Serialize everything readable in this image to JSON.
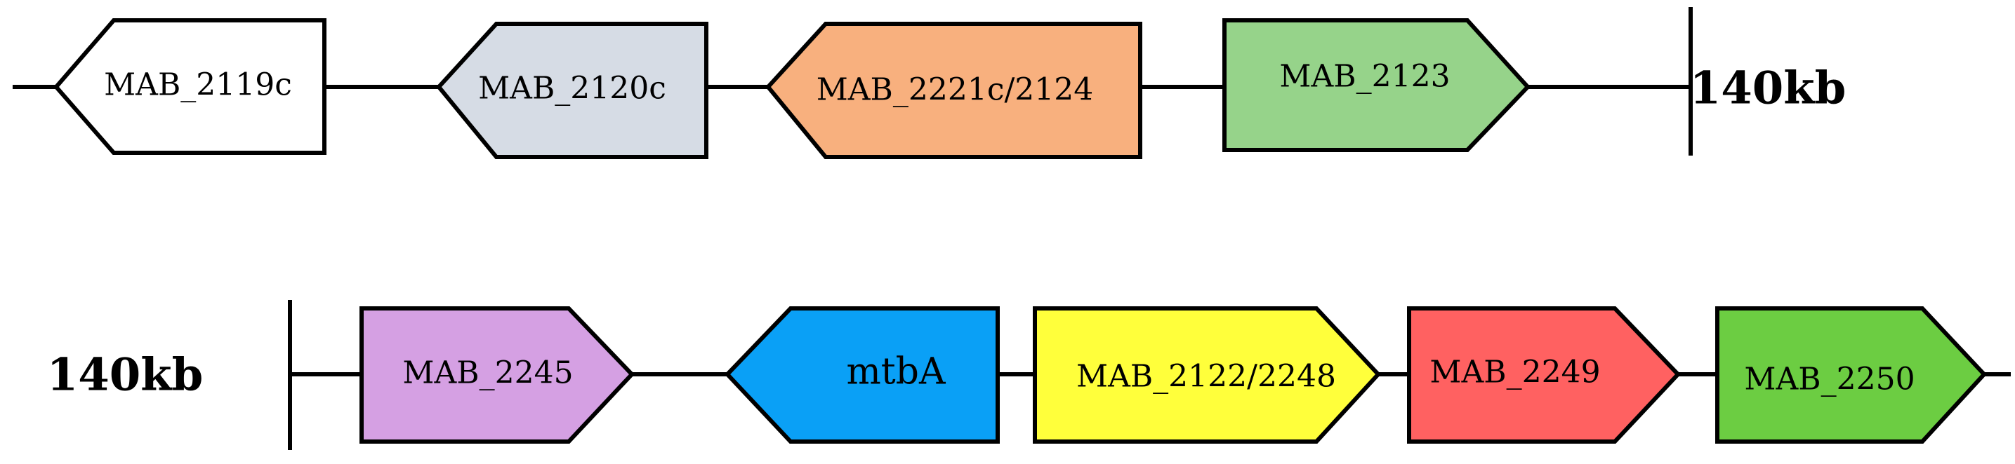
{
  "rows": [
    {
      "scale_label": "140kb",
      "genes": [
        {
          "name": "MAB_2119c",
          "strand": "-",
          "color": "#ffffff"
        },
        {
          "name": "MAB_2120c",
          "strand": "-",
          "color": "#d6dce5"
        },
        {
          "name": "MAB_2221c/2124",
          "strand": "-",
          "color": "#f8b07e"
        },
        {
          "name": "MAB_2123",
          "strand": "+",
          "color": "#96d38a"
        }
      ]
    },
    {
      "scale_label": "140kb",
      "genes": [
        {
          "name": "MAB_2245",
          "strand": "+",
          "color": "#d5a0e3"
        },
        {
          "name": "mtbA",
          "strand": "-",
          "color": "#0aa0f6"
        },
        {
          "name": "MAB_2122/2248",
          "strand": "+",
          "color": "#ffff3b"
        },
        {
          "name": "MAB_2249",
          "strand": "+",
          "color": "#ff6161"
        },
        {
          "name": "MAB_2250",
          "strand": "+",
          "color": "#6ccd42"
        }
      ]
    }
  ]
}
